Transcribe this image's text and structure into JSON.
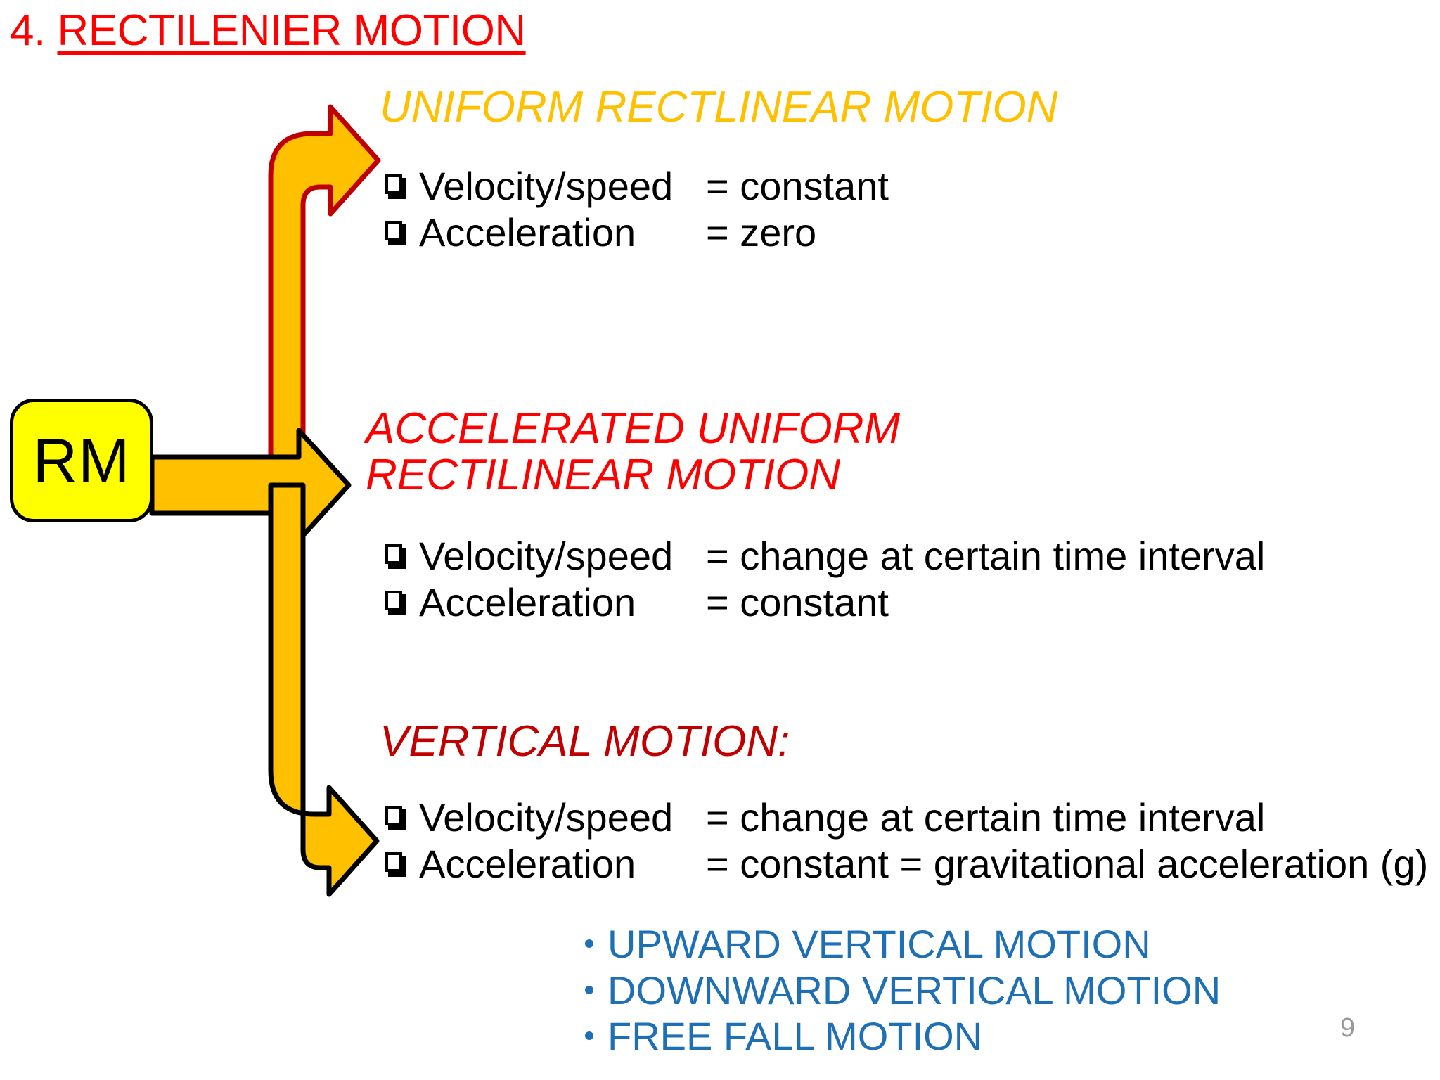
{
  "slide": {
    "title_number": "4.",
    "title_text": "RECTILENIER MOTION",
    "page_number": "9",
    "node_label": "RM"
  },
  "colors": {
    "title_red": "#FF0000",
    "uniform_gold": "#FFC000",
    "accelerated_red": "#FF0000",
    "vertical_dark_red": "#C00000",
    "node_fill": "#FFFF00",
    "node_border": "#000000",
    "arrow_fill": "#FFC000",
    "arrow_stroke_top": "#C00000",
    "arrow_stroke_mid": "#000000",
    "arrow_stroke_bottom": "#000000",
    "sub_list_blue": "#1F6FB5",
    "page_number_gray": "#9A9A9A",
    "background": "#FFFFFF"
  },
  "sections": [
    {
      "id": "uniform",
      "heading": "UNIFORM RECTLINEAR MOTION",
      "bullets": [
        {
          "key": "Velocity/speed",
          "value": "= constant"
        },
        {
          "key": "Acceleration",
          "value": "= zero"
        }
      ]
    },
    {
      "id": "accelerated",
      "heading_line1": "ACCELERATED UNIFORM",
      "heading_line2": "RECTILINEAR MOTION",
      "bullets": [
        {
          "key": "Velocity/speed",
          "value": "= change at certain time interval"
        },
        {
          "key": "Acceleration",
          "value": "= constant"
        }
      ]
    },
    {
      "id": "vertical",
      "heading": "VERTICAL MOTION:",
      "bullets": [
        {
          "key": "Velocity/speed",
          "value": "= change at certain time interval"
        },
        {
          "key": "Acceleration",
          "value": "= constant = gravitational acceleration (g)"
        }
      ],
      "sub_list": [
        "UPWARD VERTICAL MOTION",
        "DOWNWARD VERTICAL MOTION",
        "FREE FALL MOTION"
      ]
    }
  ]
}
